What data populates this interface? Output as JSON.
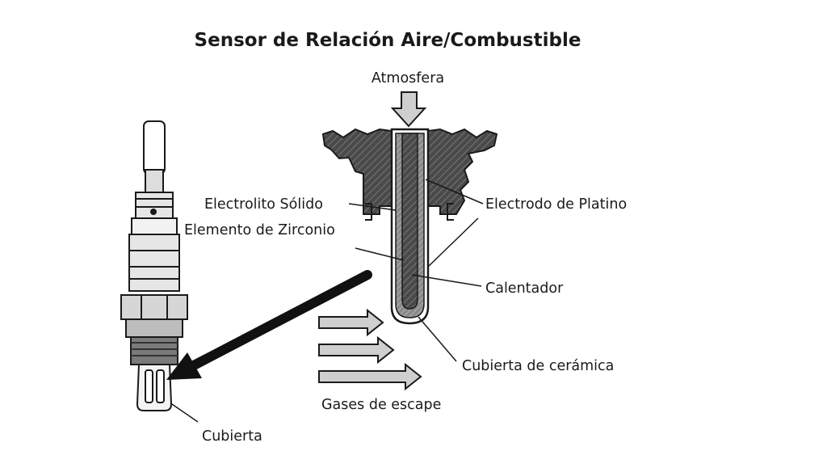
{
  "title": "Sensor de Relación Aire/Combustible",
  "labels": {
    "atmosphere": "Atmosfera",
    "solid_electrolyte": "Electrolito Sólido",
    "zirconium_element": "Elemento de Zirconio",
    "platinum_electrode": "Electrodo de Platino",
    "heater": "Calentador",
    "ceramic_cover": "Cubierta de cerámica",
    "exhaust_gases": "Gases de escape",
    "cover": "Cubierta"
  },
  "colors": {
    "ink": "#1a1a1a",
    "body_shading": "#555555",
    "light_fill": "#e6e6e6",
    "arrow_fill": "#cfcfcf"
  }
}
